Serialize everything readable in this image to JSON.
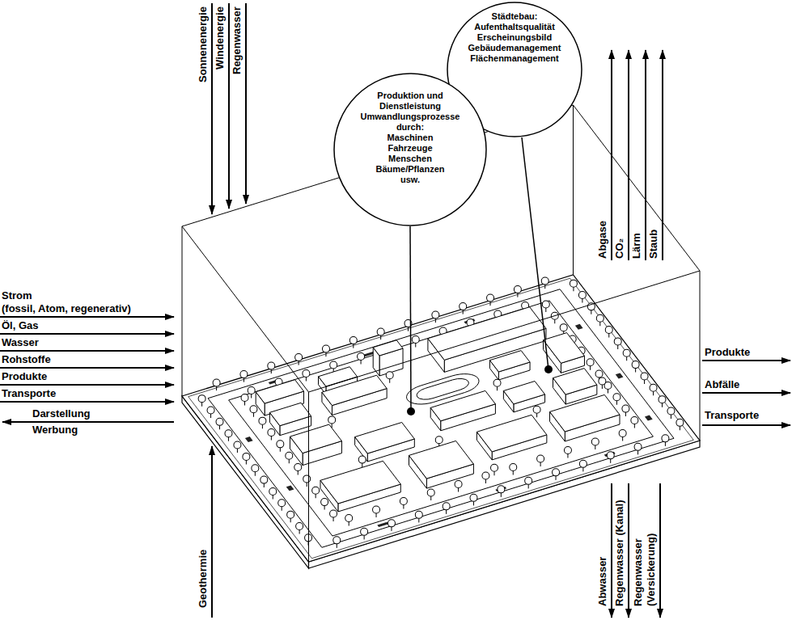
{
  "diagram": {
    "nodes": [
      {
        "text": [
          "Produktion und Dienstleistung Umwandlungsprozesse durch:",
          "Maschinen",
          "Fahrzeuge",
          "Menschen",
          "Bäume/Pflanzen",
          "usw."
        ]
      },
      {
        "text": [
          "Städtebau:",
          "Aufenthaltsqualität",
          "Erscheinungsbild",
          "Gebäudemanagement",
          "Flächenmanagement"
        ]
      }
    ],
    "labels": [
      "Sonnenenergie",
      "Windenergie",
      "Regenwasser",
      "Abgase",
      "CO₂",
      "Lärm",
      "Staub",
      "Strom (fossil, Atom, regenerativ)",
      "Öl, Gas",
      "Wasser",
      "Rohstoffe",
      "Produkte",
      "Transporte",
      "Darstellung Werbung",
      "Produkte",
      "Abfälle",
      "Transporte",
      "Geothermie",
      "Abwasser",
      "Regenwasser (Kanal)",
      "Regenwasser (Versickerung)"
    ]
  }
}
